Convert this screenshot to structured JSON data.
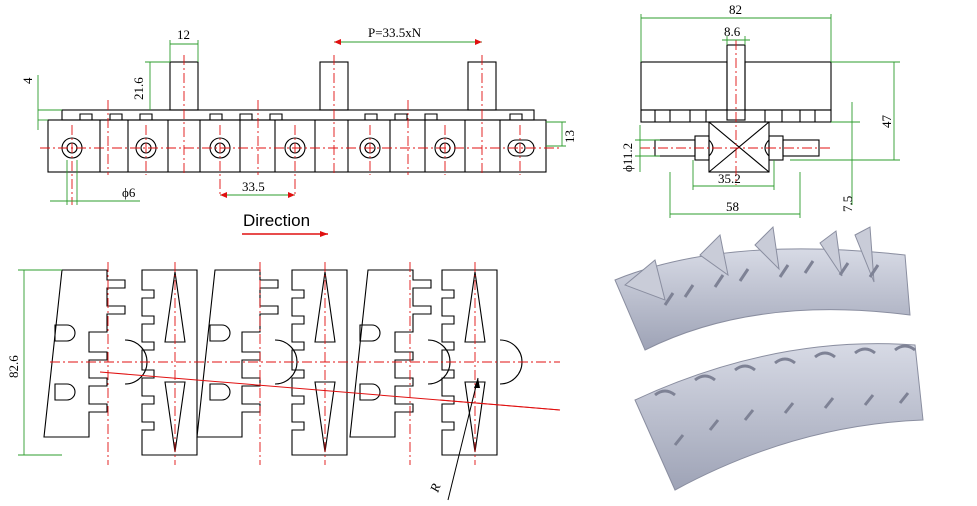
{
  "dimensions": {
    "top_view": {
      "d12": "12",
      "pitch": "P=33.5xN",
      "d4": "4",
      "d21_6": "21.6",
      "d13": "13",
      "phi6": "ϕ6",
      "d33_5": "33.5"
    },
    "side_view": {
      "d82": "82",
      "d8_6": "8.6",
      "d47": "47",
      "phi11_2": "ϕ11.2",
      "d35_2": "35.2",
      "d7_5": "7.5",
      "d58": "58"
    },
    "bottom_view": {
      "d82_6": "82.6",
      "radius": "R"
    }
  },
  "direction_label": "Direction",
  "colors": {
    "line": "#000000",
    "centerline": "#e01010",
    "dimension": "#2c9c2c",
    "photo_plastic": "#b8bccd"
  }
}
